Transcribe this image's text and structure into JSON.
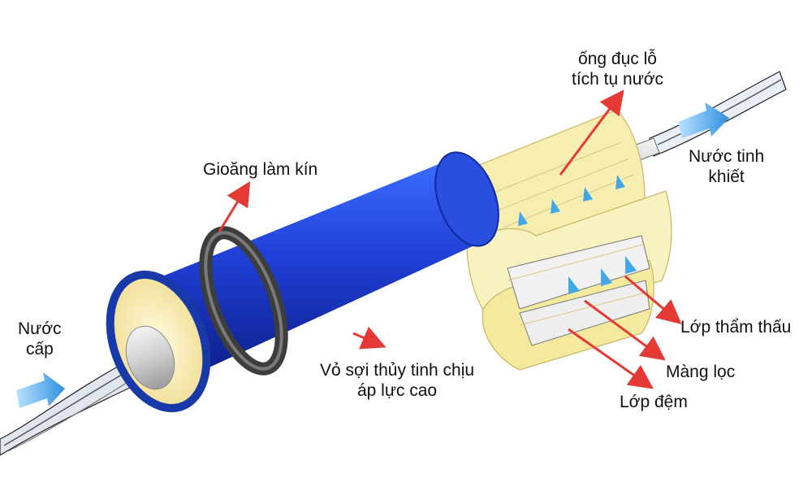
{
  "labels": {
    "feed_water": [
      "Nước",
      "cấp"
    ],
    "seal": [
      "Gioăng làm kín"
    ],
    "perforated_tube": [
      "ống đục lỗ",
      "tích tụ nước"
    ],
    "pure_water": [
      "Nước tinh",
      "khiết"
    ],
    "shell": [
      "Vỏ sợi thủy tinh chịu",
      "áp lực cao"
    ],
    "permeate_layer": [
      "Lớp thẩm thấu"
    ],
    "membrane": [
      "Màng lọc"
    ],
    "spacer": [
      "Lớp đệm"
    ]
  },
  "colors": {
    "shell_blue": "#1f3fd6",
    "core_yellow": "#f7eea6",
    "arrow_red": "#e53935",
    "flow_arrow": "#43a6e8",
    "seal_gray": "#4a4a4a"
  }
}
